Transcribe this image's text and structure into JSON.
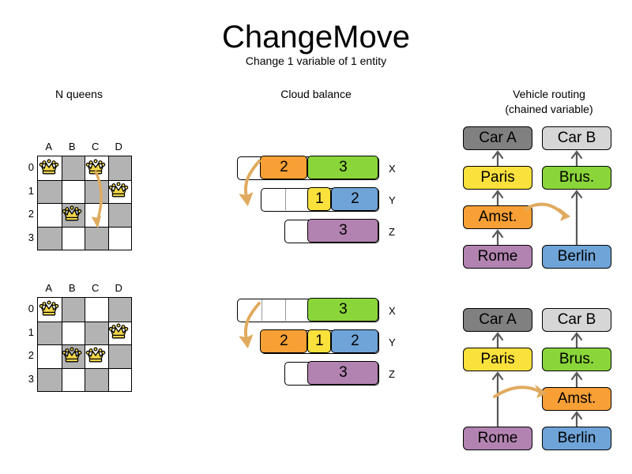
{
  "header": {
    "title": "ChangeMove",
    "subtitle": "Change 1 variable of 1 entity"
  },
  "columns": [
    {
      "id": "n-queens",
      "title": "N queens",
      "title_line2": ""
    },
    {
      "id": "cloud-balance",
      "title": "Cloud balance",
      "title_line2": ""
    },
    {
      "id": "vehicle-routing",
      "title": "Vehicle routing",
      "title_line2": "(chained variable)"
    }
  ],
  "colors": {
    "board_dark": "#b3b3b3",
    "board_light": "#ffffff",
    "queen_gold": "#f2d74a",
    "arrow": "#e0ab5f",
    "arrow_dark": "#d79a2b",
    "orange": "#f8a035",
    "green": "#8ad63a",
    "yellow": "#fbe13c",
    "blue": "#6fa4d8",
    "purple": "#b283b0",
    "car_a_gray": "#808080",
    "car_b_gray": "#d6d6d6",
    "link_gray": "#595959"
  },
  "n_queens": {
    "files": [
      "A",
      "B",
      "C",
      "D"
    ],
    "ranks": [
      "0",
      "1",
      "2",
      "3"
    ],
    "before": {
      "queens": [
        {
          "file": "A",
          "rank": "0"
        },
        {
          "file": "C",
          "rank": "0"
        },
        {
          "file": "D",
          "rank": "1"
        },
        {
          "file": "B",
          "rank": "2"
        }
      ],
      "move": {
        "from": {
          "file": "C",
          "rank": "0"
        },
        "to": {
          "file": "C",
          "rank": "2"
        }
      }
    },
    "after": {
      "queens": [
        {
          "file": "A",
          "rank": "0"
        },
        {
          "file": "D",
          "rank": "1"
        },
        {
          "file": "B",
          "rank": "2"
        },
        {
          "file": "C",
          "rank": "2"
        }
      ],
      "move": {
        "from": {
          "file": "C",
          "rank": "0"
        },
        "to": {
          "file": "C",
          "rank": "2"
        }
      }
    }
  },
  "cloud_balance": {
    "before": {
      "rows": [
        {
          "label": "X",
          "segments": [
            {
              "value": "2",
              "color": "#f8a035",
              "units": 2
            },
            {
              "value": "3",
              "color": "#8ad63a",
              "units": 3
            }
          ],
          "capacity": 6,
          "empty_dividers": 0
        },
        {
          "label": "Y",
          "segments": [
            {
              "value": "1",
              "color": "#fbe13c",
              "units": 1
            },
            {
              "value": "2",
              "color": "#6fa4d8",
              "units": 2
            }
          ],
          "capacity": 5,
          "empty_dividers": 1
        },
        {
          "label": "Z",
          "segments": [
            {
              "value": "3",
              "color": "#b283b0",
              "units": 3
            }
          ],
          "capacity": 4,
          "empty_dividers": 0
        }
      ]
    },
    "after": {
      "rows": [
        {
          "label": "X",
          "segments": [
            {
              "value": "3",
              "color": "#8ad63a",
              "units": 3
            }
          ],
          "capacity": 6,
          "empty_dividers": 2
        },
        {
          "label": "Y",
          "segments": [
            {
              "value": "2",
              "color": "#f8a035",
              "units": 2
            },
            {
              "value": "1",
              "color": "#fbe13c",
              "units": 1
            },
            {
              "value": "2",
              "color": "#6fa4d8",
              "units": 2
            }
          ],
          "capacity": 5,
          "empty_dividers": 0
        },
        {
          "label": "Z",
          "segments": [
            {
              "value": "3",
              "color": "#b283b0",
              "units": 3
            }
          ],
          "capacity": 4,
          "empty_dividers": 0
        }
      ]
    },
    "move": {
      "from_row": "X",
      "to_row": "Y",
      "process": "2"
    }
  },
  "vehicle_routing": {
    "before": {
      "chains": [
        {
          "vehicle": "Car A",
          "vehicle_color": "#808080",
          "stops": [
            {
              "label": "Paris",
              "color": "#fbe13c"
            },
            {
              "label": "Amst.",
              "color": "#f8a035"
            },
            {
              "label": "Rome",
              "color": "#b283b0"
            }
          ]
        },
        {
          "vehicle": "Car B",
          "vehicle_color": "#d6d6d6",
          "stops": [
            {
              "label": "Brus.",
              "color": "#8ad63a"
            },
            {
              "label": "Berlin",
              "color": "#6fa4d8"
            }
          ]
        }
      ]
    },
    "after": {
      "chains": [
        {
          "vehicle": "Car A",
          "vehicle_color": "#808080",
          "stops": [
            {
              "label": "Paris",
              "color": "#fbe13c"
            },
            {
              "label": "Rome",
              "color": "#b283b0"
            }
          ]
        },
        {
          "vehicle": "Car B",
          "vehicle_color": "#d6d6d6",
          "stops": [
            {
              "label": "Brus.",
              "color": "#8ad63a"
            },
            {
              "label": "Amst.",
              "color": "#f8a035"
            },
            {
              "label": "Berlin",
              "color": "#6fa4d8"
            }
          ]
        }
      ]
    },
    "move": {
      "entity": "Amst.",
      "from_vehicle": "Car A",
      "to_vehicle": "Car B"
    }
  }
}
